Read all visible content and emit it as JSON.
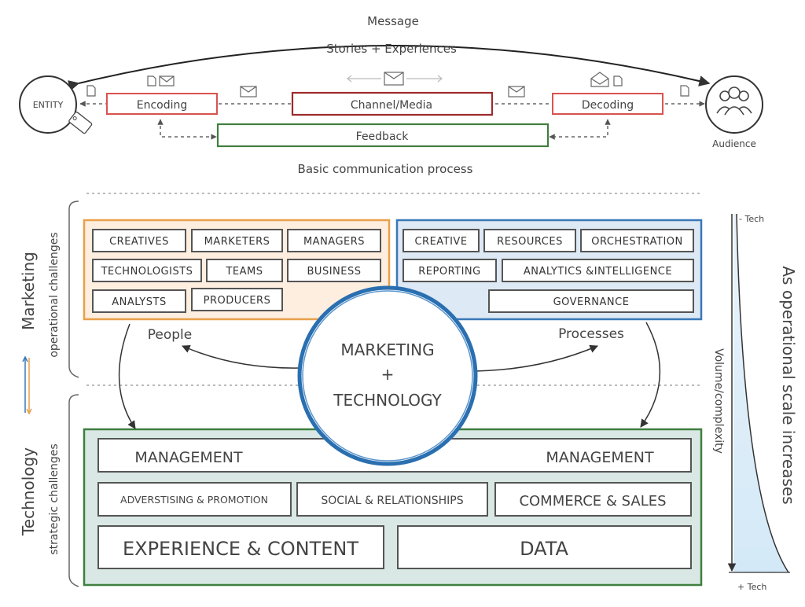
{
  "top": {
    "message": "Message",
    "stories": "Stories + Experiences",
    "entity": "ENTITY",
    "encoding": "Encoding",
    "channel": "Channel/Media",
    "decoding": "Decoding",
    "feedback": "Feedback",
    "audience": "Audience",
    "caption": "Basic communication process"
  },
  "left_labels": {
    "marketing": "Marketing",
    "operational": "operational challenges",
    "technology": "Technology",
    "strategic": "strategic challenges"
  },
  "people": {
    "label": "People",
    "chips": [
      "CREATIVES",
      "MARKETERS",
      "MANAGERS",
      "TECHNOLOGISTS",
      "TEAMS",
      "BUSINESS",
      "ANALYSTS",
      "PRODUCERS"
    ]
  },
  "processes": {
    "label": "Processes",
    "chips": [
      "CREATIVE",
      "RESOURCES",
      "ORCHESTRATION",
      "REPORTING",
      "ANALYTICS &INTELLIGENCE",
      "GOVERNANCE"
    ]
  },
  "center": {
    "line1": "MARKETING",
    "line2": "+",
    "line3": "TECHNOLOGY"
  },
  "tech": {
    "management_left": "MANAGEMENT",
    "management_right": "MANAGEMENT",
    "advertising": "ADVERSTISING & PROMOTION",
    "social": "SOCIAL & RELATIONSHIPS",
    "commerce": "COMMERCE & SALES",
    "experience": "EXPERIENCE & CONTENT",
    "data": "DATA"
  },
  "right": {
    "minus_tech": "- Tech",
    "plus_tech": "+ Tech",
    "volume": "Volume/complexity",
    "scale": "As operational scale increases"
  },
  "colors": {
    "orange": "#e8a04a",
    "blue": "#3a78b8",
    "green": "#3f7f3f",
    "red": "#d9534f",
    "darkred": "#9e2a2a"
  }
}
